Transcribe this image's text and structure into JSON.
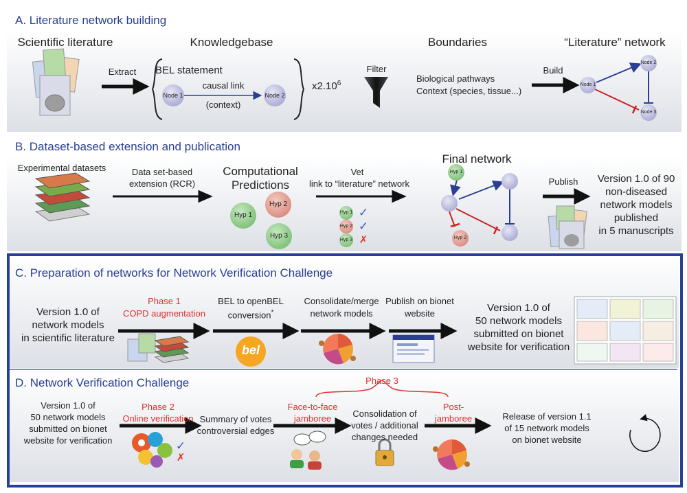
{
  "sectionA": {
    "title": "A. Literature network building",
    "headers": {
      "lit": "Scientific literature",
      "kb": "Knowledgebase",
      "bounds": "Boundaries",
      "net": "“Literature” network"
    },
    "extract": "Extract",
    "bel_statement": "BEL statement",
    "node1": "Node 1",
    "node2": "Node 2",
    "node3": "Node 3",
    "causal_link": "causal link",
    "context": "(context)",
    "multiplier_base": "x2.10",
    "multiplier_exp": "6",
    "filter": "Filter",
    "boundaries_line1": "Biological pathways",
    "boundaries_line2": "Context (species, tissue...)",
    "build": "Build"
  },
  "sectionB": {
    "title": "B. Dataset-based extension and publication",
    "datasets": "Experimental datasets",
    "extension_line1": "Data set-based",
    "extension_line2": "extension (RCR)",
    "predictions_line1": "Computational",
    "predictions_line2": "Predictions",
    "hyp1": "Hyp 1",
    "hyp2": "Hyp 2",
    "hyp3": "Hyp 3",
    "vet_line1": "Vet",
    "vet_line2": "link to “literature” network",
    "check_mark": "✓",
    "cross_mark": "✗",
    "final_network": "Final network",
    "publish": "Publish",
    "pub_lines": [
      "Version 1.0 of 90",
      "non-diseased",
      "network models",
      "published",
      "in 5 manuscripts"
    ]
  },
  "sectionC": {
    "title": "C. Preparation of networks for Network Verification Challenge",
    "start_lines": [
      "Version 1.0 of",
      "network models",
      "in scientific literature"
    ],
    "phase1_line1": "Phase 1",
    "phase1_line2": "COPD augmentation",
    "bel_conv_line1": "BEL to openBEL",
    "bel_conv_line2": "conversion",
    "asterisk": "*",
    "bel_logo": "bel",
    "consolidate_line1": "Consolidate/merge",
    "consolidate_line2": "network models",
    "publish_line1": "Publish on bionet",
    "publish_line2": "website",
    "end_lines": [
      "Version 1.0 of",
      "50 network models",
      "submitted on bionet",
      "website for verification"
    ]
  },
  "sectionD": {
    "title": "D. Network Verification Challenge",
    "start_lines": [
      "Version 1.0 of",
      "50 network models",
      "submitted on bionet",
      "website for verification"
    ],
    "phase2_line1": "Phase 2",
    "phase2_line2": "Online verification",
    "summary_line1": "Summary of votes",
    "summary_line2": "controversial edges",
    "phase3": "Phase 3",
    "f2f_line1": "Face-to-face",
    "f2f_line2": "jamboree",
    "consol_lines": [
      "Consolidation of",
      "votes / additional",
      "changes needed"
    ],
    "post_line1": "Post-",
    "post_line2": "jamboree",
    "release_lines": [
      "Release of version 1.1",
      "of 15 network models",
      "on bionet website"
    ]
  }
}
